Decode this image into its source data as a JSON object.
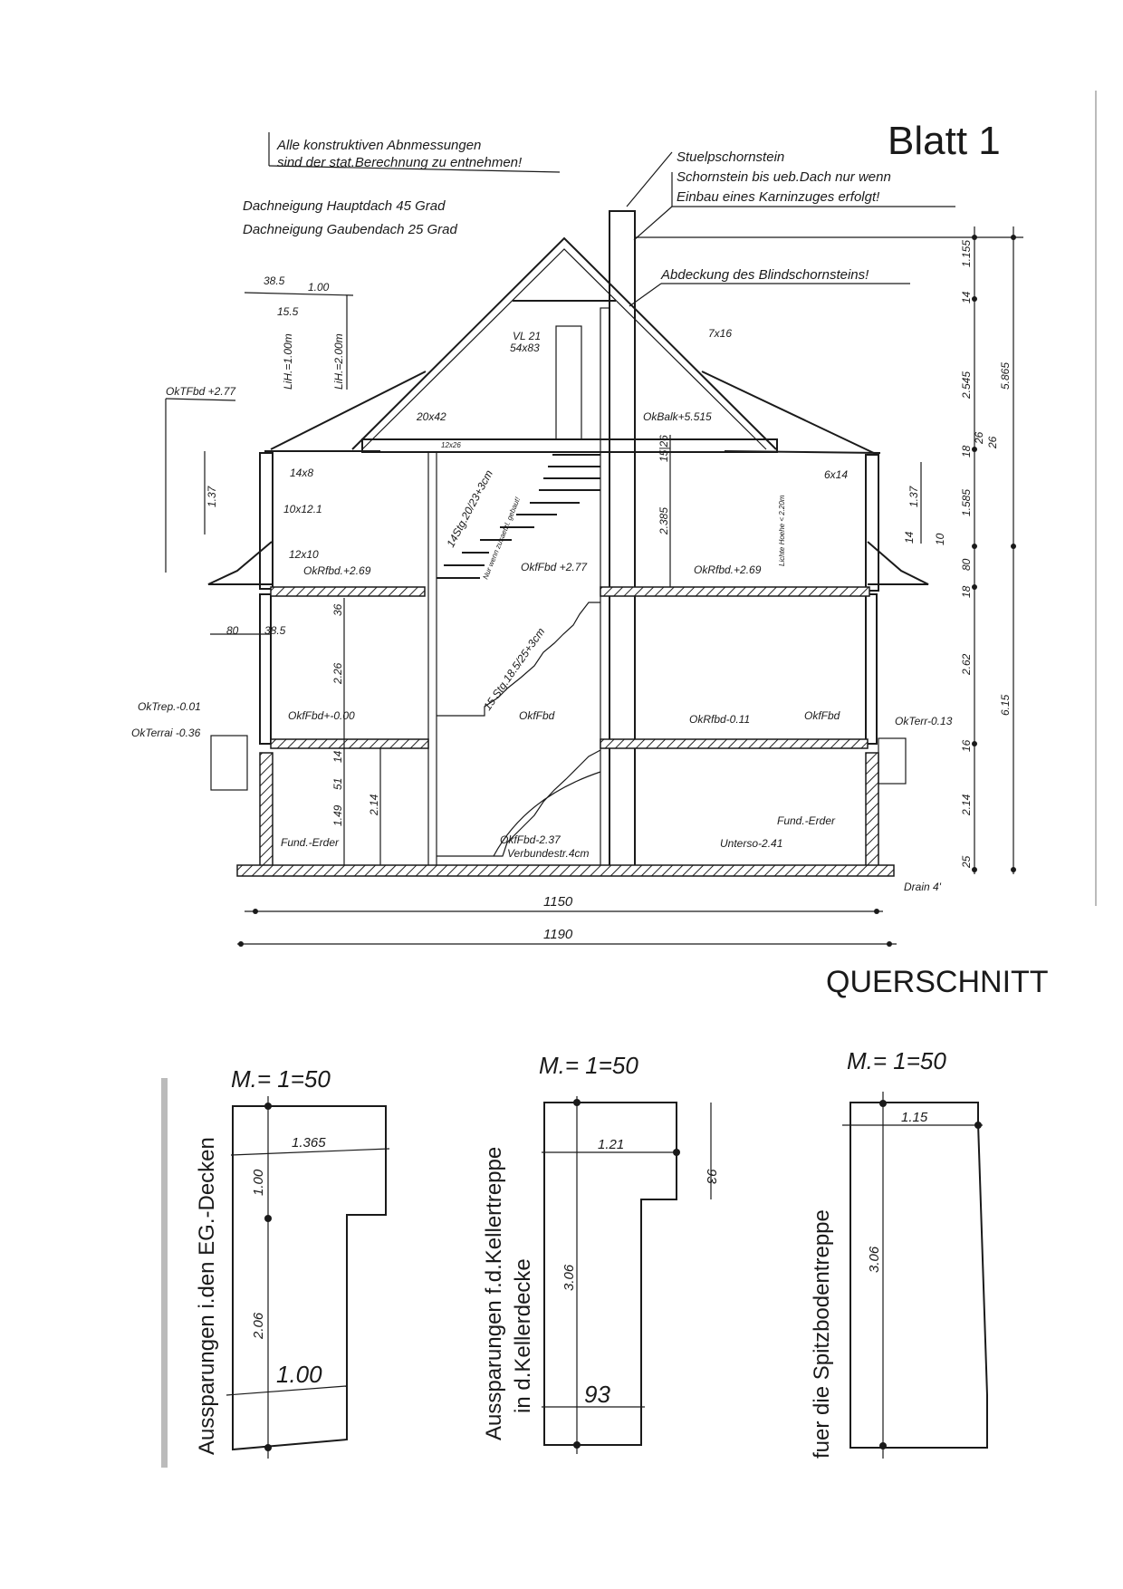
{
  "sheet": {
    "title": "Blatt 1",
    "section_title": "QUERSCHNITT",
    "note_dimensions": [
      "Alle konstruktiven Abnmessungen",
      "sind der stat.Berechnung zu entnehmen!"
    ],
    "roof_pitch": [
      "Dachneigung Hauptdach 45 Grad",
      "Dachneigung Gaubendach 25 Grad"
    ],
    "chimney_note": [
      "Stuelpschornstein",
      "Schornstein bis ueb.Dach nur wenn",
      "Einbau eines Karninzuges erfolgt!"
    ],
    "blind_chimney_note": "Abdeckung des Blindschornsteins!"
  },
  "section_labels": {
    "top_left_dims": [
      "38.5",
      "15.5",
      "1.00",
      "LiH.=1.00m",
      "LiH.=2.00m"
    ],
    "window": [
      "VL 21",
      "54x83"
    ],
    "timber": [
      "20x42",
      "12x26",
      "14x8",
      "10x12.1",
      "12x10",
      "7x16",
      "6x14"
    ],
    "levels": [
      "OkTFbd +2.77",
      "OkRfbd.+2.69",
      "OkfFbd +2.77",
      "OkTrep.-0.01",
      "OkTerrai -0.36",
      "OkfFbd+-0.00",
      "OkfFbd",
      "OkfFbd-2.37",
      "Verbundestr.4cm",
      "OkBalk+5.515",
      "OkRfbd.+2.69",
      "OkRfbd-0.11",
      "OkfFbd",
      "OkTerr-0.13",
      "Fund.-Erder",
      "Fund.-Erder",
      "Unterso-2.41",
      "Drain 4'"
    ],
    "stairs": [
      "14Stg.20/23+3cm",
      "Nur wenn zusaetzl. gebaut!",
      "15 Stg.18.5/25+3cm",
      "Lichte Hoehe < 2.20m"
    ],
    "inner_dims": [
      "1.37",
      "80",
      "38.5",
      "36",
      "2.26",
      "14",
      "51",
      "1.49",
      "2.14",
      "15|26",
      "2.385",
      "1.37",
      "14",
      "10"
    ],
    "right_chain_1": [
      "1.155",
      "14",
      "2.545",
      "18",
      "26",
      "1.585",
      "80",
      "18",
      "2.62",
      "16",
      "2.14",
      "25"
    ],
    "right_chain_2": [
      "5.865",
      "26",
      "6.15"
    ],
    "bottom_dims": [
      "1150",
      "1190"
    ]
  },
  "details": [
    {
      "scale": "M.= 1=50",
      "label": [
        "Aussparungen i.den EG.-Decken"
      ],
      "dims": [
        "1.365",
        "1.00",
        "2.06",
        "1.00"
      ]
    },
    {
      "scale": "M.= 1=50",
      "label": [
        "Aussparungen f.d.Kellertreppe",
        "in d.Kellerdecke"
      ],
      "dims": [
        "1.21",
        "93",
        "3.06",
        "93"
      ]
    },
    {
      "scale": "M.= 1=50",
      "label": [
        "fuer die Spitzbodentreppe"
      ],
      "dims": [
        "1.15",
        "3.06"
      ]
    }
  ]
}
